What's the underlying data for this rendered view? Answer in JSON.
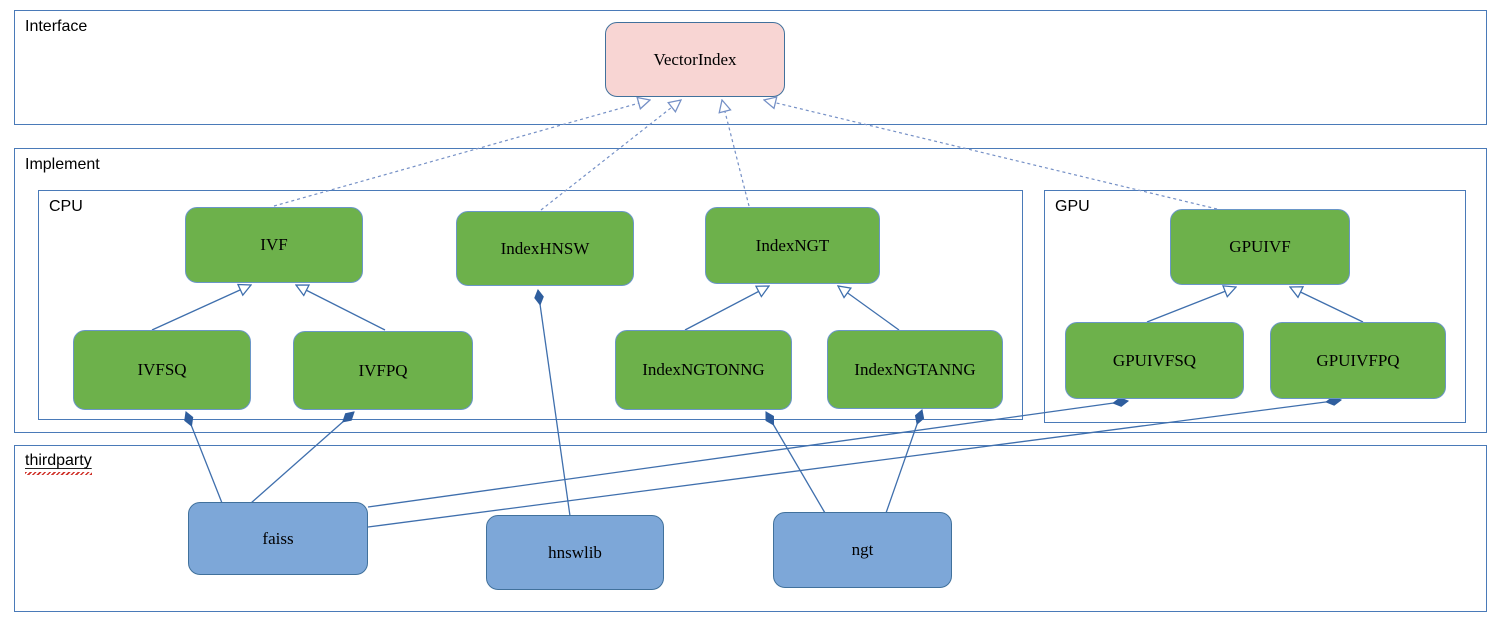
{
  "containers": {
    "interface": "Interface",
    "implement": "Implement",
    "cpu": "CPU",
    "gpu": "GPU",
    "thirdparty": "thirdparty"
  },
  "nodes": {
    "vectorindex": "VectorIndex",
    "ivf": "IVF",
    "indexhnsw": "IndexHNSW",
    "indexngt": "IndexNGT",
    "gpuivf": "GPUIVF",
    "ivfsq": "IVFSQ",
    "ivfpq": "IVFPQ",
    "indexngtonng": "IndexNGTONNG",
    "indexngtanng": "IndexNGTANNG",
    "gpuivfsq": "GPUIVFSQ",
    "gpuivfpq": "GPUIVFPQ",
    "faiss": "faiss",
    "hnswlib": "hnswlib",
    "ngt": "ngt"
  },
  "edges": [
    {
      "from": "IVF",
      "to": "VectorIndex",
      "type": "realization"
    },
    {
      "from": "IndexHNSW",
      "to": "VectorIndex",
      "type": "realization"
    },
    {
      "from": "IndexNGT",
      "to": "VectorIndex",
      "type": "realization"
    },
    {
      "from": "GPUIVF",
      "to": "VectorIndex",
      "type": "realization"
    },
    {
      "from": "IVFSQ",
      "to": "IVF",
      "type": "generalization"
    },
    {
      "from": "IVFPQ",
      "to": "IVF",
      "type": "generalization"
    },
    {
      "from": "IndexNGTONNG",
      "to": "IndexNGT",
      "type": "generalization"
    },
    {
      "from": "IndexNGTANNG",
      "to": "IndexNGT",
      "type": "generalization"
    },
    {
      "from": "GPUIVFSQ",
      "to": "GPUIVF",
      "type": "generalization"
    },
    {
      "from": "GPUIVFPQ",
      "to": "GPUIVF",
      "type": "generalization"
    },
    {
      "from": "faiss",
      "to": "IVFSQ",
      "type": "composition"
    },
    {
      "from": "faiss",
      "to": "IVFPQ",
      "type": "composition"
    },
    {
      "from": "faiss",
      "to": "GPUIVFSQ",
      "type": "composition"
    },
    {
      "from": "faiss",
      "to": "GPUIVFPQ",
      "type": "composition"
    },
    {
      "from": "hnswlib",
      "to": "IndexHNSW",
      "type": "composition"
    },
    {
      "from": "ngt",
      "to": "IndexNGTONNG",
      "type": "composition"
    },
    {
      "from": "ngt",
      "to": "IndexNGTANNG",
      "type": "composition"
    }
  ],
  "colors": {
    "implement_node_fill": "#6db14b",
    "interface_node_fill": "#f8d5d3",
    "thirdparty_node_fill": "#7da7d8",
    "node_border": "#41719c",
    "container_border": "#4a7ab8",
    "connector_line": "#3f6fad",
    "dashed_line": "#7590c6",
    "spellcheck_underline": "#d0342c",
    "text": "#000000"
  }
}
